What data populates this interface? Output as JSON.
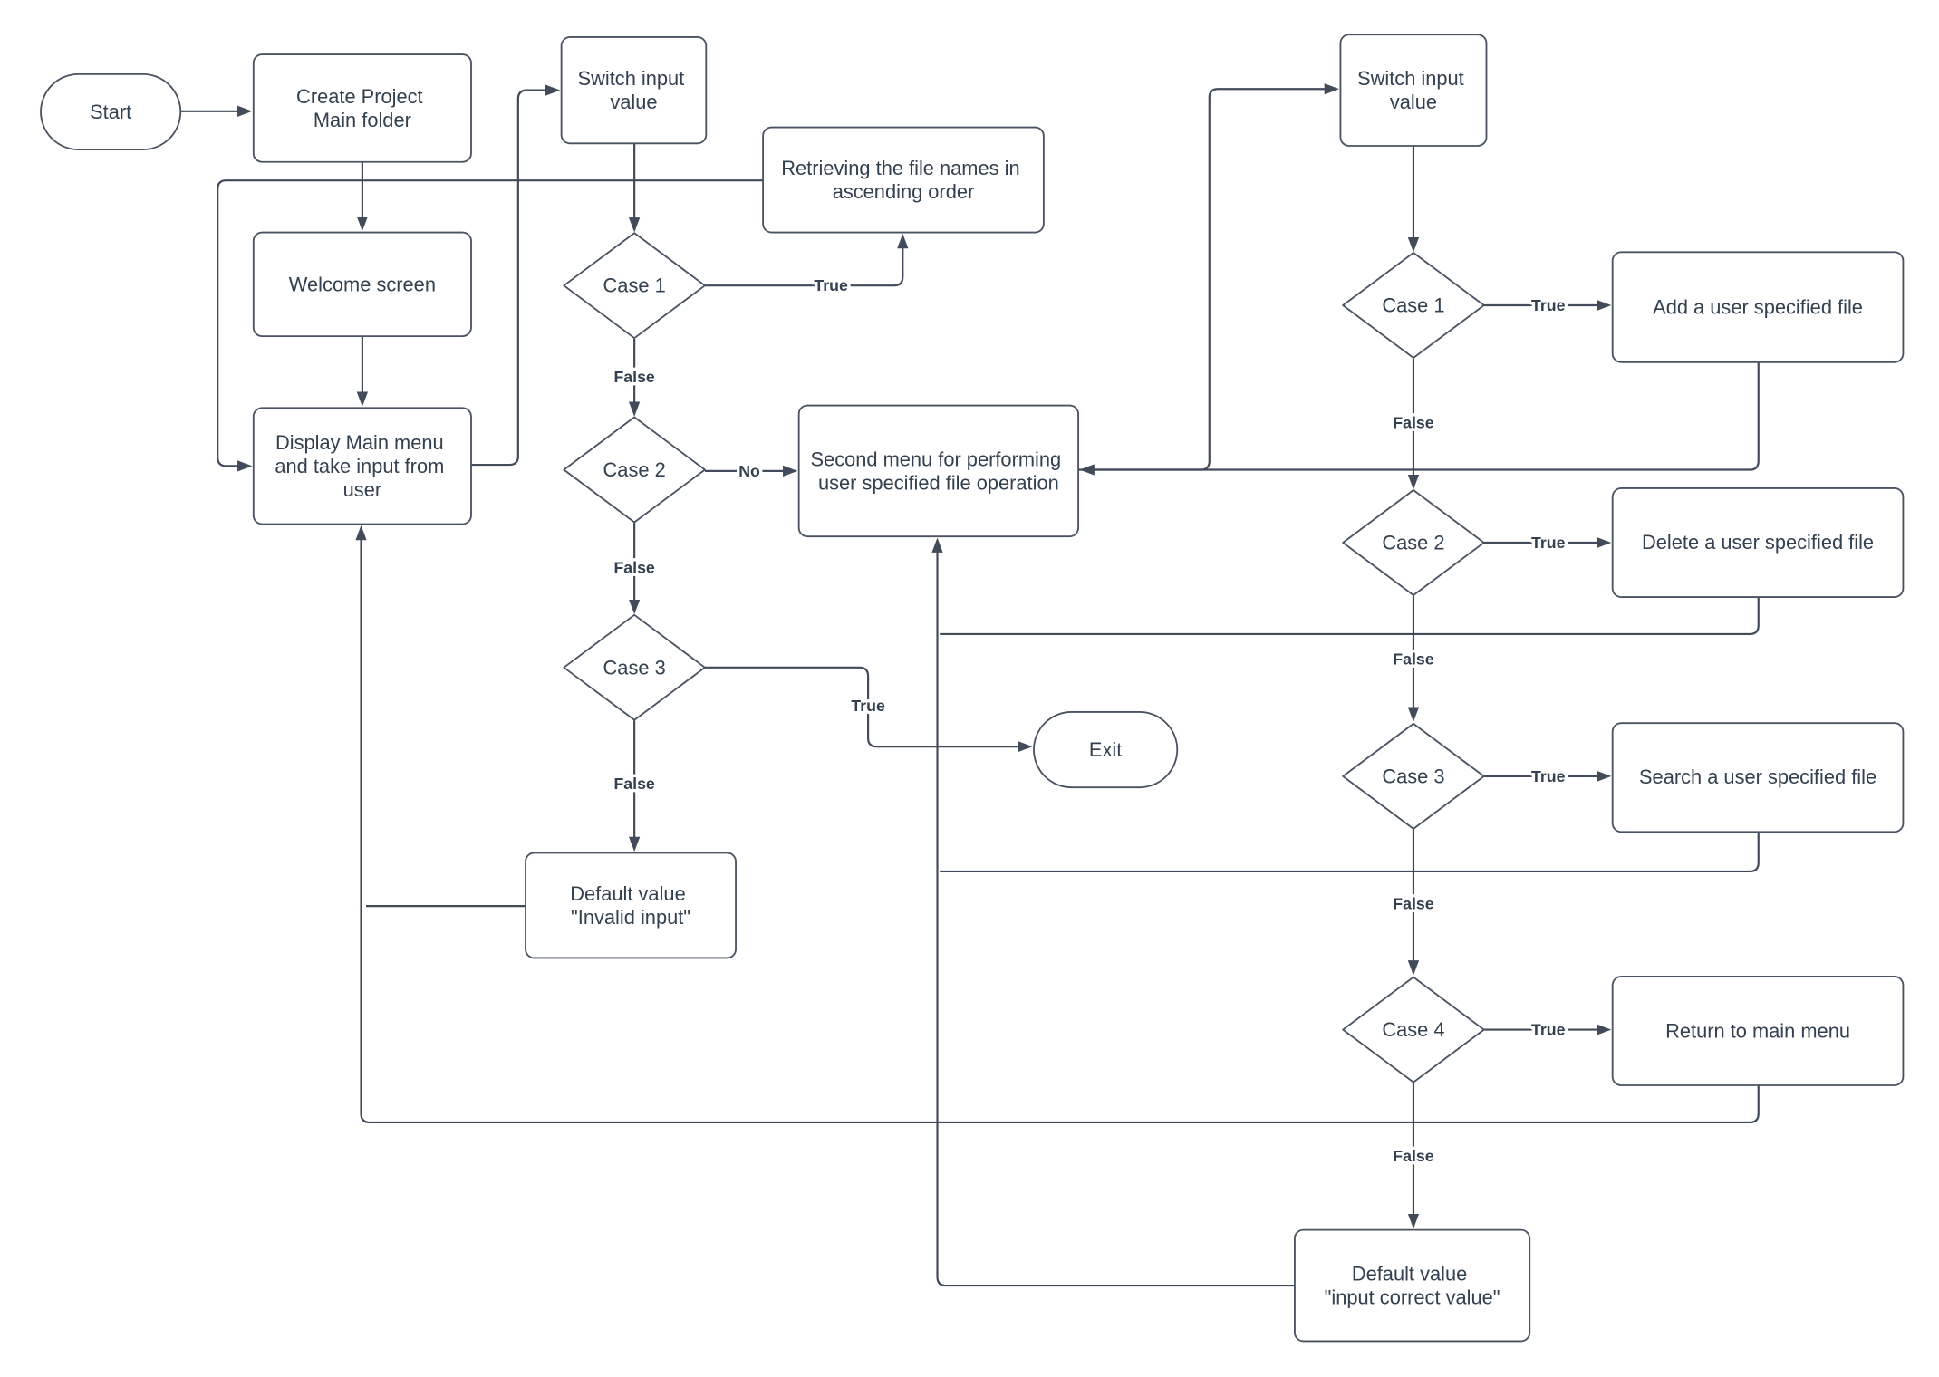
{
  "colors": {
    "bg": "#ffffff",
    "line": "#414b5a",
    "shape_border": "#4a5362",
    "shape_fill": "#ffffff",
    "text": "#33404f"
  },
  "nodes": {
    "start": {
      "lines": [
        "Start"
      ]
    },
    "create_project": {
      "lines": [
        "Create Project",
        "Main folder"
      ]
    },
    "welcome": {
      "lines": [
        "Welcome screen"
      ]
    },
    "display_menu": {
      "lines": [
        "Display Main menu",
        "and take input from",
        "user"
      ]
    },
    "switch_left": {
      "lines": [
        "Switch input",
        "value"
      ]
    },
    "retrieving": {
      "lines": [
        "Retrieving the file names in",
        "ascending order"
      ]
    },
    "case1_left": {
      "lines": [
        "Case 1"
      ]
    },
    "case2_left": {
      "lines": [
        "Case 2"
      ]
    },
    "case3_left": {
      "lines": [
        "Case 3"
      ]
    },
    "second_menu": {
      "lines": [
        "Second menu for performing",
        "user specified file operation"
      ]
    },
    "exit": {
      "lines": [
        "Exit"
      ]
    },
    "default_invalid": {
      "lines": [
        "Default value",
        "\"Invalid input\""
      ]
    },
    "switch_right": {
      "lines": [
        "Switch input",
        "value"
      ]
    },
    "case1_right": {
      "lines": [
        "Case 1"
      ]
    },
    "add_file": {
      "lines": [
        "Add a user specified file"
      ]
    },
    "case2_right": {
      "lines": [
        "Case 2"
      ]
    },
    "delete_file": {
      "lines": [
        "Delete a user specified file"
      ]
    },
    "case3_right": {
      "lines": [
        "Case 3"
      ]
    },
    "search_file": {
      "lines": [
        "Search a user specified file"
      ]
    },
    "case4_right": {
      "lines": [
        "Case 4"
      ]
    },
    "return_menu": {
      "lines": [
        "Return to main menu"
      ]
    },
    "default_correct": {
      "lines": [
        "Default value",
        "\"input correct value\""
      ]
    }
  },
  "edge_labels": {
    "case1_left_true": "True",
    "case1_left_false": "False",
    "case2_left_no": "No",
    "case2_left_false": "False",
    "case3_left_true": "True",
    "case3_left_false": "False",
    "case1_right_true": "True",
    "case1_right_false": "False",
    "case2_right_true": "True",
    "case2_right_false": "False",
    "case3_right_true": "True",
    "case3_right_false": "False",
    "case4_right_true": "True",
    "case4_right_false": "False"
  }
}
